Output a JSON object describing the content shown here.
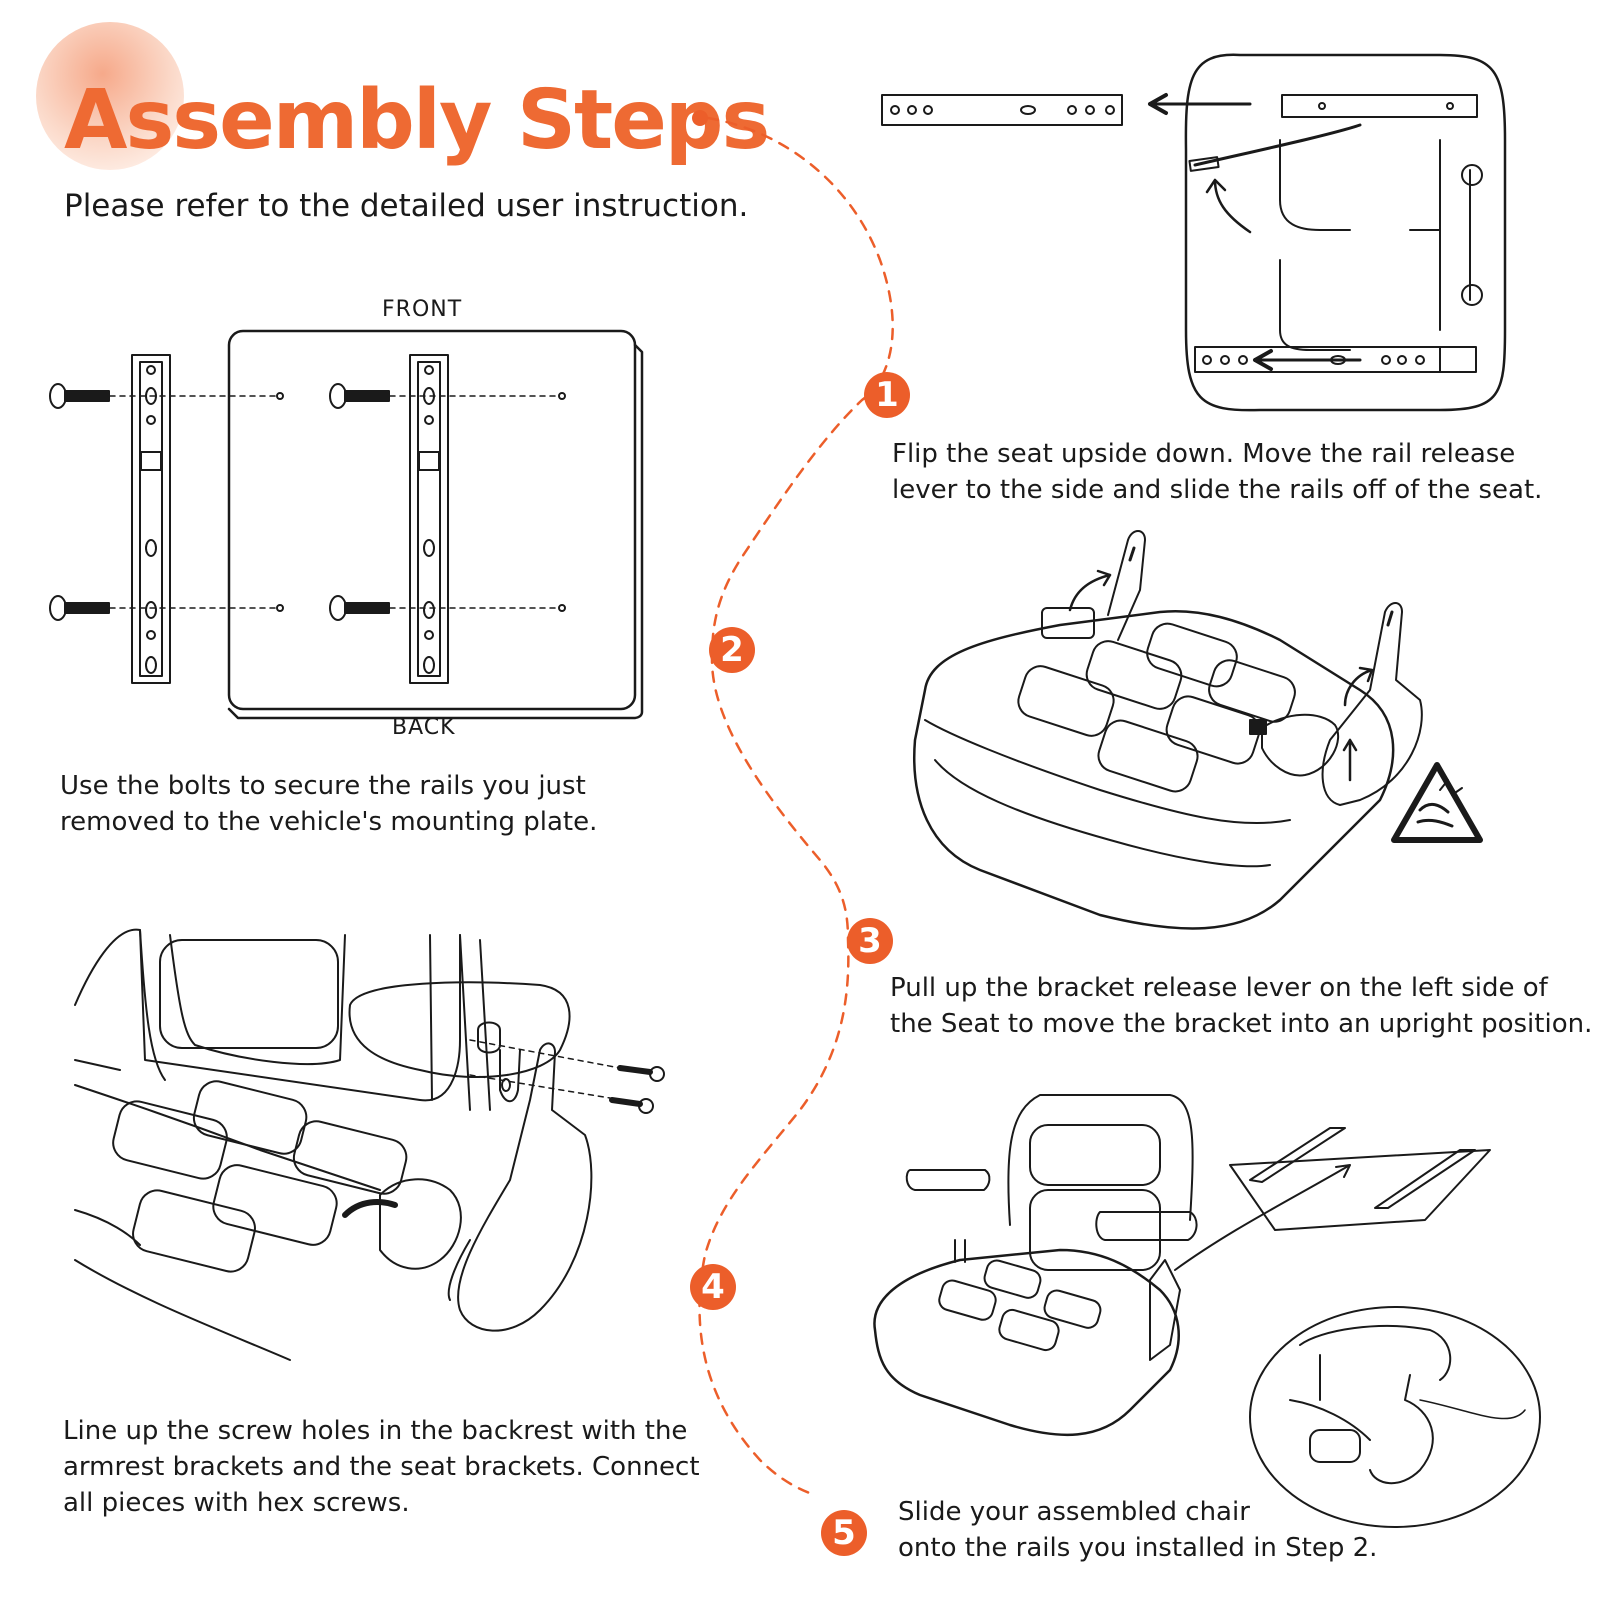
{
  "title": "Assembly Steps",
  "subtitle": "Please refer to the detailed user instruction.",
  "colors": {
    "accent": "#ec5e2a",
    "title": "#ee6a33",
    "line": "#1a1a1a"
  },
  "plate_labels": {
    "front": "FRONT",
    "back": "BACK"
  },
  "steps": [
    {
      "number": "1",
      "text": [
        "Flip the seat upside down. Move the rail release",
        "lever to the side and slide the rails off of the seat."
      ]
    },
    {
      "number": "2",
      "text": [
        "Use the bolts to secure the rails you just",
        "removed to the vehicle's mounting plate."
      ]
    },
    {
      "number": "3",
      "text": [
        "Pull up the bracket release lever on the left side of",
        "the Seat to move the bracket into an upright position."
      ]
    },
    {
      "number": "4",
      "text": [
        "Line up the screw holes in the backrest with the",
        "armrest brackets and the seat brackets. Connect",
        "all pieces with hex screws."
      ]
    },
    {
      "number": "5",
      "text": [
        "Slide your assembled chair",
        "onto the rails you installed in Step 2."
      ]
    }
  ],
  "icons": [
    "warning-hand-pinch-icon"
  ]
}
